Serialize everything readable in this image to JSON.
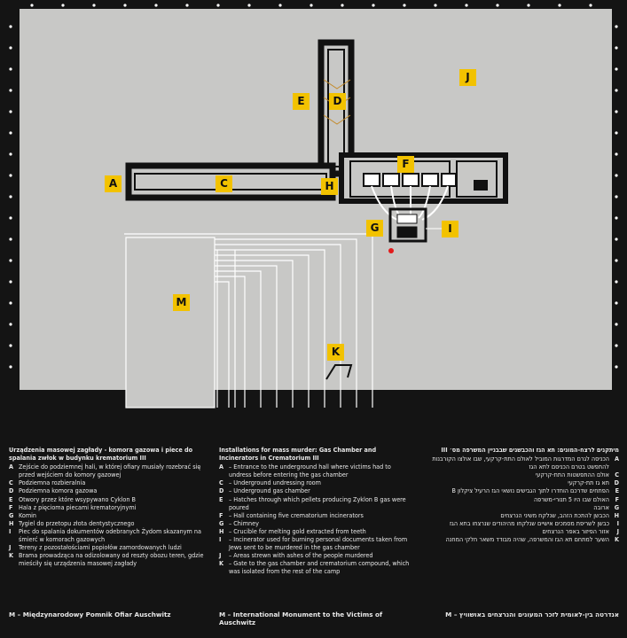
{
  "markers": [
    "A",
    "C",
    "D",
    "E",
    "F",
    "G",
    "H",
    "I",
    "J",
    "K",
    "M"
  ],
  "legend_pl": {
    "title": "Urządzenia masowej zagłady - komora gazowa i piece do spalania zwłok w budynku krematorium III",
    "items": [
      {
        "key": "A",
        "text": "Zejście do podziemnej hali, w której ofiary musiały rozebrać się przed wejściem do komory gazowej"
      },
      {
        "key": "C",
        "text": "Podziemna rozbieralnia"
      },
      {
        "key": "D",
        "text": "Podziemna komora gazowa"
      },
      {
        "key": "E",
        "text": "Otwory przez które wsypywano Cyklon B"
      },
      {
        "key": "F",
        "text": "Hala z pięcioma piecami krematoryjnymi"
      },
      {
        "key": "G",
        "text": "Komin"
      },
      {
        "key": "H",
        "text": "Tygiel do przetopu złota dentystycznego"
      },
      {
        "key": "I",
        "text": "Piec do spalania dokumentów odebranych Żydom skazanym na śmierć w komorach gazowych"
      },
      {
        "key": "J",
        "text": "Tereny z pozostałościami popiołów zamordowanych ludzi"
      },
      {
        "key": "K",
        "text": "Brama prowadząca na odizolowany od reszty obozu teren, gdzie mieściły się urządzenia masowej zagłady"
      }
    ],
    "footer": "M – Międzynarodowy Pomnik Ofiar Auschwitz"
  },
  "legend_en": {
    "title": "Installations for mass murder: Gas Chamber and Incinerators in Crematorium III",
    "items": [
      {
        "key": "A",
        "text": "– Entrance to the underground hall where victims had to undress before entering the gas chamber"
      },
      {
        "key": "C",
        "text": "– Underground undressing room"
      },
      {
        "key": "D",
        "text": "– Underground gas chamber"
      },
      {
        "key": "E",
        "text": "– Hatches through which pellets producing Zyklon B gas were poured"
      },
      {
        "key": "F",
        "text": "– Hall containing five crematorium incinerators"
      },
      {
        "key": "G",
        "text": "– Chimney"
      },
      {
        "key": "H",
        "text": "– Crucible for melting gold extracted from teeth"
      },
      {
        "key": "I",
        "text": "– Incinerator used for burning personal documents taken from Jews sent to be murdered in the gas chamber"
      },
      {
        "key": "J",
        "text": "– Areas strewn with ashes of the people murdered"
      },
      {
        "key": "K",
        "text": "– Gate to the gas chamber and crematorium compound, which was isolated from the rest of the camp"
      }
    ],
    "footer": "M – International Monument to the Victims of Auschwitz"
  },
  "legend_he": {
    "title": "מיתקנים לרצח-המונים: תא הגז והכבשנים שבבניין המשרפה מס׳ III",
    "items": [
      {
        "key": "A",
        "text": "הכניסה לגרם המדרגות המוביל לאולם התת-קרקעי, שבו אולצו הקורבנות להתפשט בטרם הכניסם לתא הגז"
      },
      {
        "key": "C",
        "text": "אולם ההתפשטות התת-קרקעי"
      },
      {
        "key": "D",
        "text": "תא גז תת-קרקעי"
      },
      {
        "key": "E",
        "text": "הפתחים שדרכם הוחדרו לתוך הגבישים נושאי הגז הרעיל ציקלון B"
      },
      {
        "key": "F",
        "text": "האולם שבו היו 5 תנורי-משרפה"
      },
      {
        "key": "G",
        "text": "ארובה"
      },
      {
        "key": "H",
        "text": "הכבשן להתכת הזהב, שנלקח משיני הנרצחים"
      },
      {
        "key": "I",
        "text": "כבשן לשריפת מסמכים אישיים שנלקחו מהיהודים שנרצחו בתא הגז"
      },
      {
        "key": "J",
        "text": "אזור הפיזור באפר הנרצחים"
      },
      {
        "key": "K",
        "text": "השער למתחם תא הגז והמשרפה, שהיה מבודד משאר חלקי המחנה"
      }
    ],
    "footer": "אנדרטה בין-לאומית לזכר המעונים והנרצחים באושוויץ – M"
  }
}
